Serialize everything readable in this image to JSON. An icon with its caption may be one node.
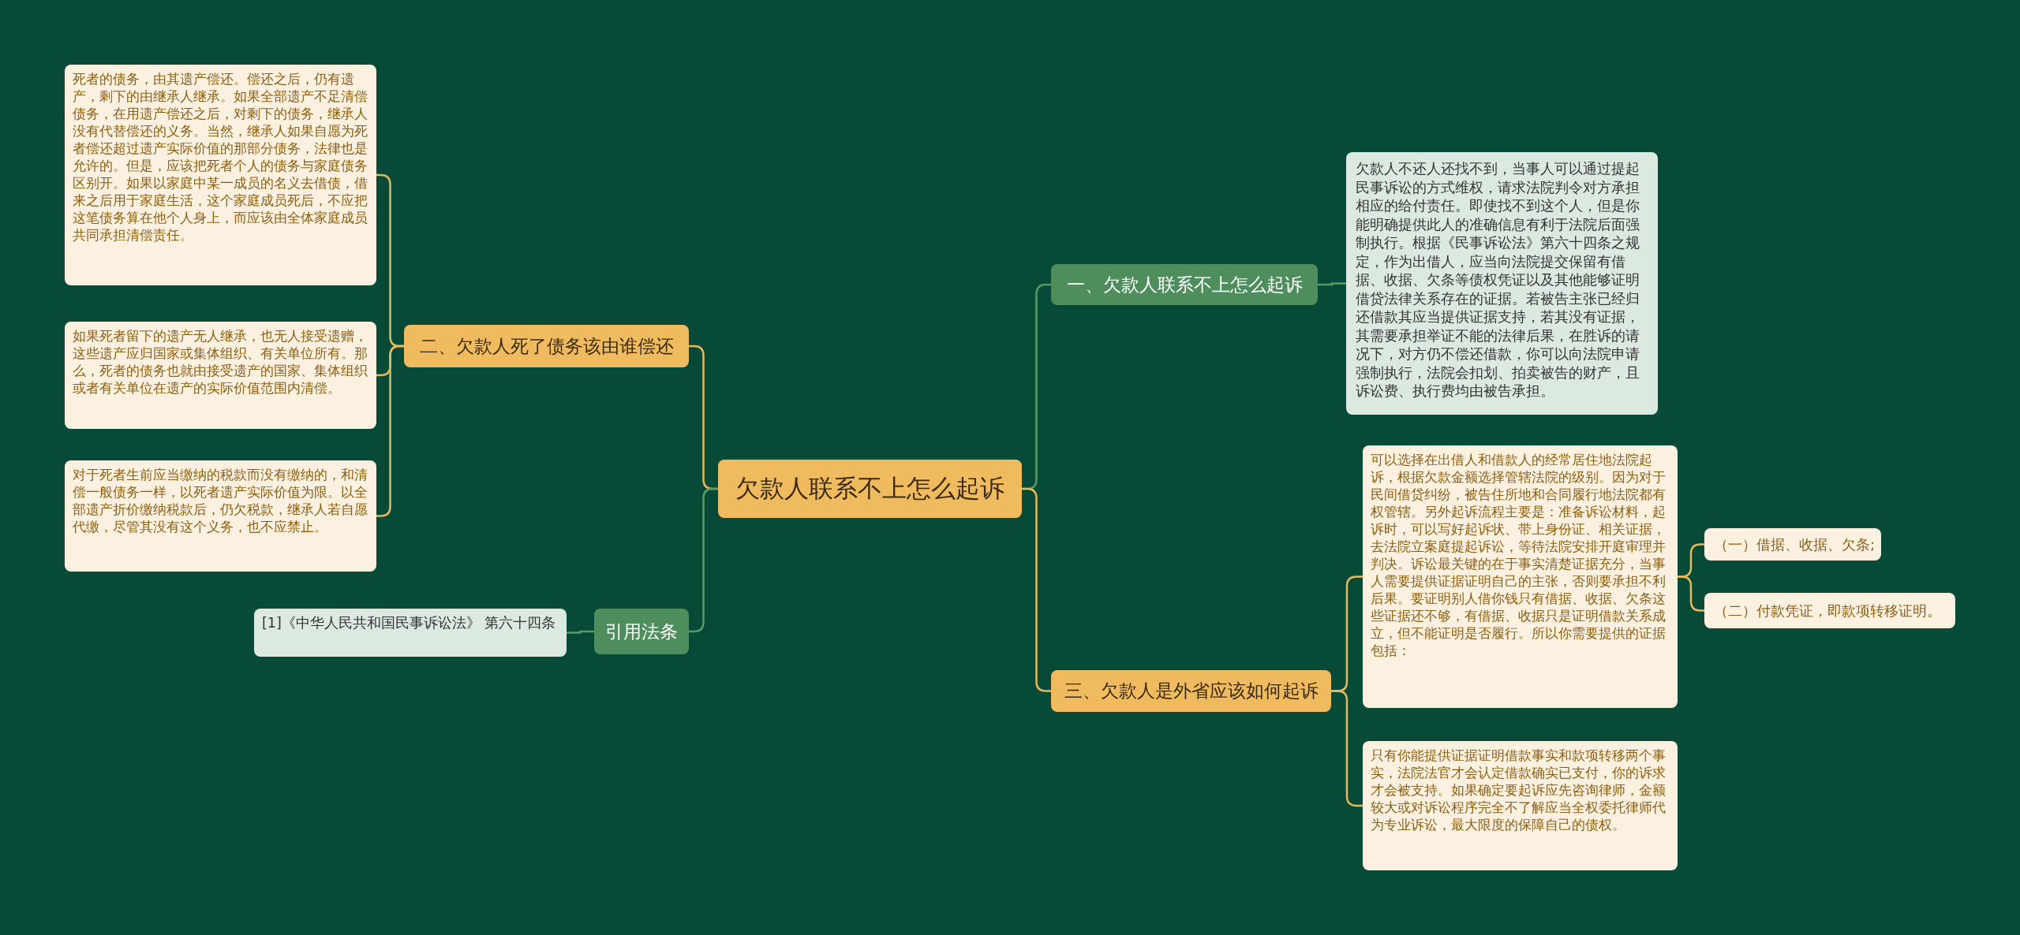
{
  "diagram": {
    "nodes": [
      {
        "text": [
          "欠款人联系不上怎么起诉"
        ]
      },
      {
        "text": [
          "一、欠款人联系不上怎么起诉"
        ]
      },
      {
        "text": [
          "欠款人不还人还找不到，当事人可以通过提起民事诉讼的方式维权，请求法院判令对方承担相应的给付责任。即使找不到这个人，但是你能明确提供此人的准确信息有利于法院后面强制执行。根据《民事诉讼法》第六十四条之规定，作为出借人，应当向法院提交保留有借据、收据、欠条等债权凭证以及其他能够证明借贷法律关系存在的证据。若被告主张已经归还借款其应当提供证据支持，若其没有证据，其需要承担举证不能的法律后果，在胜诉的请况下，对方仍不偿还借款，你可以向法院申请强制执行，法院会扣划、拍卖被告的财产，且诉讼费、执行费均由被告承担。"
        ]
      },
      {
        "text": [
          "二、欠款人死了债务该由谁偿还"
        ]
      },
      {
        "text": [
          "死者的债务，由其遗产偿还。偿还之后，仍有遗产，剩下的由继承人继承。如果全部遗产不足清偿债务，在用遗产偿还之后，对剩下的债务，继承人没有代替偿还的义务。当然，继承人如果自愿为死者偿还超过遗产实际价值的那部分债务，法律也是允许的。但是，应该把死者个人的债务与家庭债务区别开。如果以家庭中某一成员的名义去借债，借来之后用于家庭生活，这个家庭成员死后，不应把这笔债务算在他个人身上，而应该由全体家庭成员共同承担清偿责任。"
        ]
      },
      {
        "text": [
          "如果死者留下的遗产无人继承，也无人接受遗赠，这些遗产应归国家或集体组织、有关单位所有。那么，死者的债务也就由接受遗产的国家、集体组织或者有关单位在遗产的实际价值范围内清偿。"
        ]
      },
      {
        "text": [
          "对于死者生前应当缴纳的税款而没有缴纳的，和清偿一般债务一样，以死者遗产实际价值为限。以全部遗产折价缴纳税款后，仍欠税款，继承人若自愿代缴，尽管其没有这个义务，也不应禁止。"
        ]
      },
      {
        "text": [
          "三、欠款人是外省应该如何起诉"
        ]
      },
      {
        "text": [
          "可以选择在出借人和借款人的经常居住地法院起诉，根据欠款金额选择管辖法院的级别。因为对于民间借贷纠纷，被告住所地和合同履行地法院都有权管辖。另外起诉流程主要是：准备诉讼材料，起诉时，可以写好起诉状、带上身份证、相关证据，去法院立案庭提起诉讼，等待法院安排开庭审理并判决。诉讼最关键的在于事实清楚证据充分，当事人需要提供证据证明自己的主张，否则要承担不利后果。要证明别人借你钱只有借据、收据、欠条这些证据还不够，有借据、收据只是证明借款关系成立，但不能证明是否履行。所以你需要提供的证据包括："
        ]
      },
      {
        "text": [
          "（一）借据、收据、欠条;"
        ]
      },
      {
        "text": [
          "（二）付款凭证，即款项转移证明。"
        ]
      },
      {
        "text": [
          "只有你能提供证据证明借款事实和款项转移两个事实，法院法官才会认定借款确实已支付，你的诉求才会被支持。如果确定要起诉应先咨询律师，金额较大或对诉讼程序完全不了解应当全权委托律师代为专业诉讼，最大限度的保障自己的债权。"
        ]
      },
      {
        "text": [
          "引用法条"
        ]
      },
      {
        "text": [
          "[1]《中华人民共和国民事诉讼法》 第六十四条"
        ]
      }
    ],
    "edges": [
      {
        "from": 0,
        "to": 1,
        "arrow": "none",
        "color": "#5a9a66"
      },
      {
        "from": 1,
        "to": 2,
        "arrow": "none",
        "color": "#5a9a66"
      },
      {
        "from": 0,
        "to": 3,
        "arrow": "none"
      },
      {
        "from": 3,
        "to": 4,
        "arrow": "none"
      },
      {
        "from": 3,
        "to": 5,
        "arrow": "none"
      },
      {
        "from": 3,
        "to": 6,
        "arrow": "none"
      },
      {
        "from": 0,
        "to": 7,
        "arrow": "none"
      },
      {
        "from": 7,
        "to": 8,
        "arrow": "none"
      },
      {
        "from": 8,
        "to": 9,
        "arrow": "none"
      },
      {
        "from": 8,
        "to": 10,
        "arrow": "none"
      },
      {
        "from": 7,
        "to": 11,
        "arrow": "none"
      },
      {
        "from": 0,
        "to": 12,
        "arrow": "none",
        "color": "#5a9a66"
      },
      {
        "from": 12,
        "to": 13,
        "arrow": "none",
        "color": "#5a9a66"
      }
    ]
  }
}
